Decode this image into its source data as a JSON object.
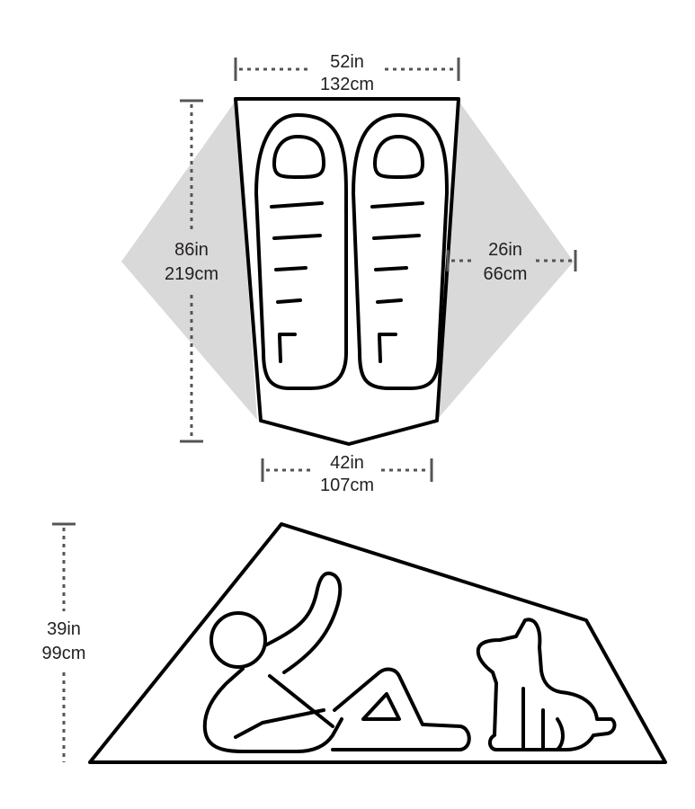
{
  "floor_plan": {
    "top_width": {
      "in": "52in",
      "cm": "132cm"
    },
    "length": {
      "in": "86in",
      "cm": "219cm"
    },
    "vestibule_depth": {
      "in": "26in",
      "cm": "66cm"
    },
    "bottom_width": {
      "in": "42in",
      "cm": "107cm"
    }
  },
  "side_view": {
    "peak_height": {
      "in": "39in",
      "cm": "99cm"
    }
  },
  "colors": {
    "vestibule": "#d9d9d9",
    "outline": "#000000",
    "dimension": "#555555"
  }
}
